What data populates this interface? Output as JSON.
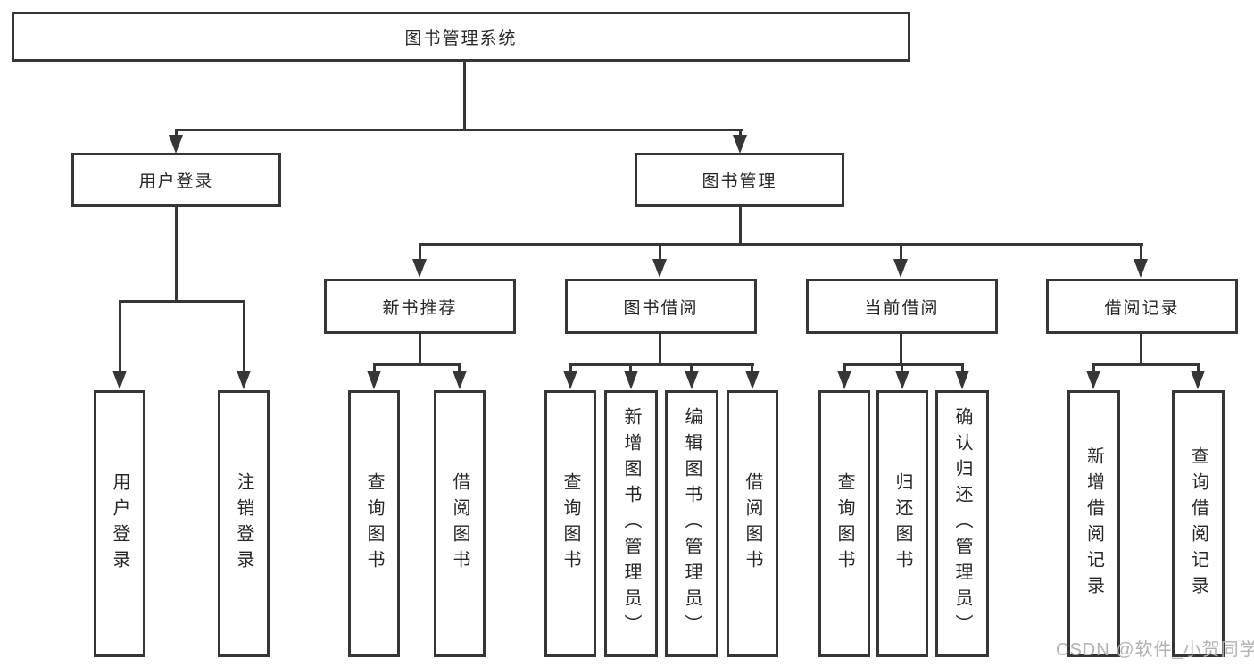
{
  "tree": {
    "root": {
      "label": "图书管理系统"
    },
    "branches": [
      {
        "label": "用户登录",
        "children": [
          {
            "label": "用户登录"
          },
          {
            "label": "注销登录"
          }
        ]
      },
      {
        "label": "图书管理",
        "children": [
          {
            "label": "新书推荐",
            "children": [
              {
                "label": "查询图书"
              },
              {
                "label": "借阅图书"
              }
            ]
          },
          {
            "label": "图书借阅",
            "children": [
              {
                "label": "查询图书"
              },
              {
                "label": "新增图书（管理员）"
              },
              {
                "label": "编辑图书（管理员）"
              },
              {
                "label": "借阅图书"
              }
            ]
          },
          {
            "label": "当前借阅",
            "children": [
              {
                "label": "查询图书"
              },
              {
                "label": "归还图书"
              },
              {
                "label": "确认归还（管理员）"
              }
            ]
          },
          {
            "label": "借阅记录",
            "children": [
              {
                "label": "新增借阅记录"
              },
              {
                "label": "查询借阅记录"
              }
            ]
          }
        ]
      }
    ]
  },
  "watermark": {
    "text": "CSDN @软件_小贺同学",
    "color": "#b2b2b2"
  },
  "colors": {
    "line": "#363636",
    "text": "#262626",
    "background": "#ffffff"
  }
}
